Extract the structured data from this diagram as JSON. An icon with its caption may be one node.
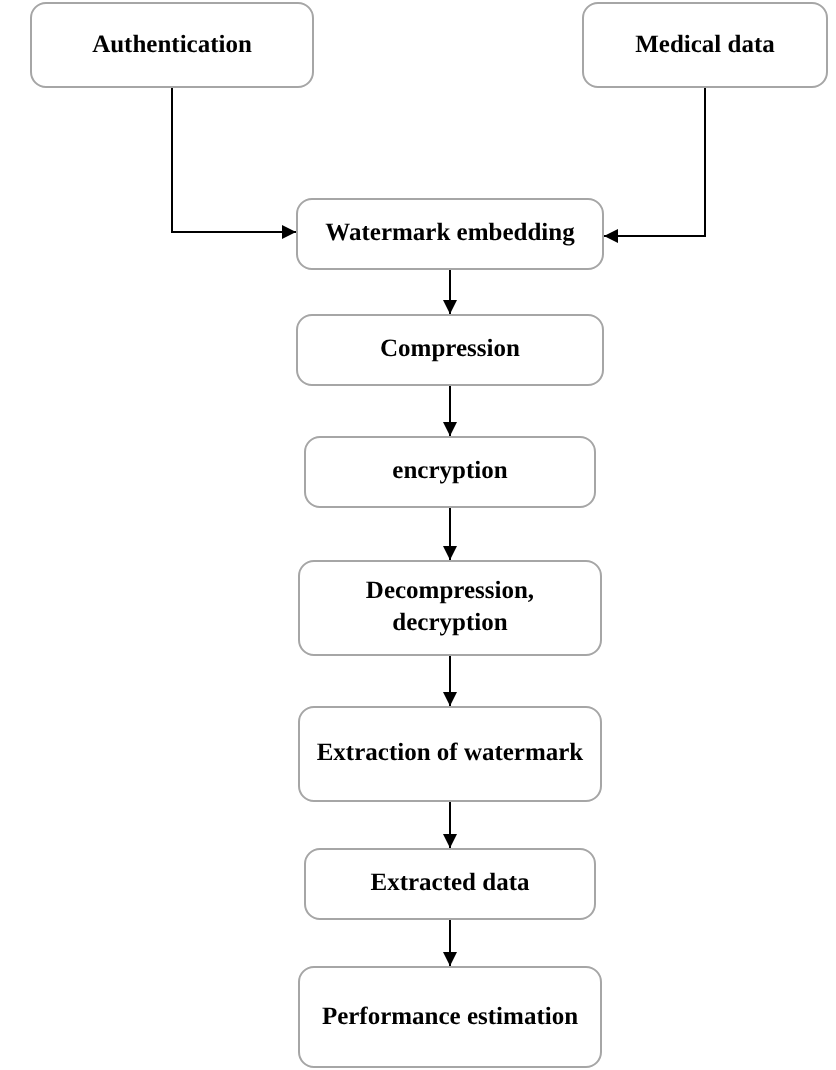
{
  "diagram": {
    "nodes": [
      {
        "text": [
          "Authentication"
        ]
      },
      {
        "text": [
          "Medical data"
        ]
      },
      {
        "text": [
          "Watermark embedding"
        ]
      },
      {
        "text": [
          "Compression"
        ]
      },
      {
        "text": [
          "encryption"
        ]
      },
      {
        "text": [
          "Decompression, decryption"
        ]
      },
      {
        "text": [
          "Extraction of watermark"
        ]
      },
      {
        "text": [
          "Extracted data"
        ]
      },
      {
        "text": [
          "Performance estimation"
        ]
      }
    ],
    "edges": [
      {
        "from": 0,
        "to": 2,
        "arrow": "to"
      },
      {
        "from": 1,
        "to": 2,
        "arrow": "to"
      },
      {
        "from": 2,
        "to": 3,
        "arrow": "to"
      },
      {
        "from": 3,
        "to": 4,
        "arrow": "to"
      },
      {
        "from": 4,
        "to": 5,
        "arrow": "to"
      },
      {
        "from": 5,
        "to": 6,
        "arrow": "to"
      },
      {
        "from": 6,
        "to": 7,
        "arrow": "to"
      },
      {
        "from": 7,
        "to": 8,
        "arrow": "to"
      }
    ]
  }
}
